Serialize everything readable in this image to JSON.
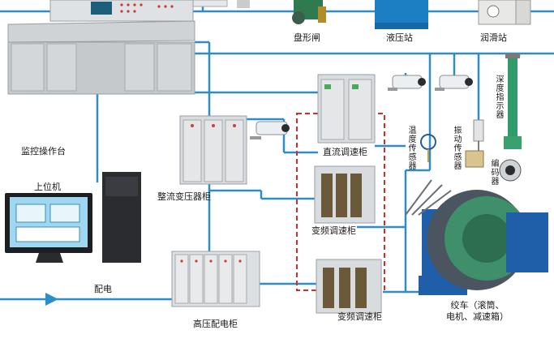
{
  "labels": {
    "disc_brake": "盘形闸",
    "hydraulic_station": "液压站",
    "lubrication_station": "润滑站",
    "monitoring_console": "监控操作台",
    "host_computer": "上位机",
    "power_distribution": "配电",
    "dc_speed_cabinet": "直流调速柜",
    "rectifier_cabinet": "整流变压器柜",
    "vfd_cabinet_1": "变频调速柜",
    "vfd_cabinet_2": "变频调速柜",
    "hv_cabinet": "高压配电柜",
    "temp_sensor": "温度传感器",
    "vibration_sensor": "振动传感器",
    "depth_indicator": "深度指示器",
    "encoder": "编码器",
    "winch": "绞车（滚筒、\n电机、减速箱）"
  },
  "colors": {
    "line": "#2b8ec8",
    "dashed_box": "#d42d2d",
    "cabinet": "#d9dcdf",
    "winch_blue": "#1f5ea8",
    "drum_green": "#3e8f6a"
  }
}
